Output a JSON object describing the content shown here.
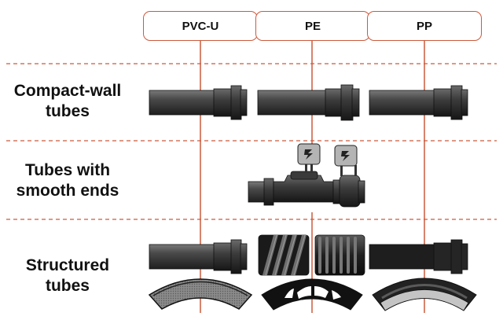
{
  "columns": [
    {
      "label": "PVC-U"
    },
    {
      "label": "PE"
    },
    {
      "label": "PP"
    }
  ],
  "rows": [
    {
      "label": "Compact-wall\ntubes"
    },
    {
      "label": "Tubes with\nsmooth ends"
    },
    {
      "label": "Structured\ntubes"
    }
  ],
  "colors": {
    "accent": "#cc5a3c",
    "pipe_dark": "#2a2a2a",
    "pipe_mid": "#555555",
    "pipe_light": "#8a8a8a",
    "fitting_box": "#b4b4b4"
  },
  "icons": [
    "lightning-icon",
    "lightning-icon"
  ]
}
